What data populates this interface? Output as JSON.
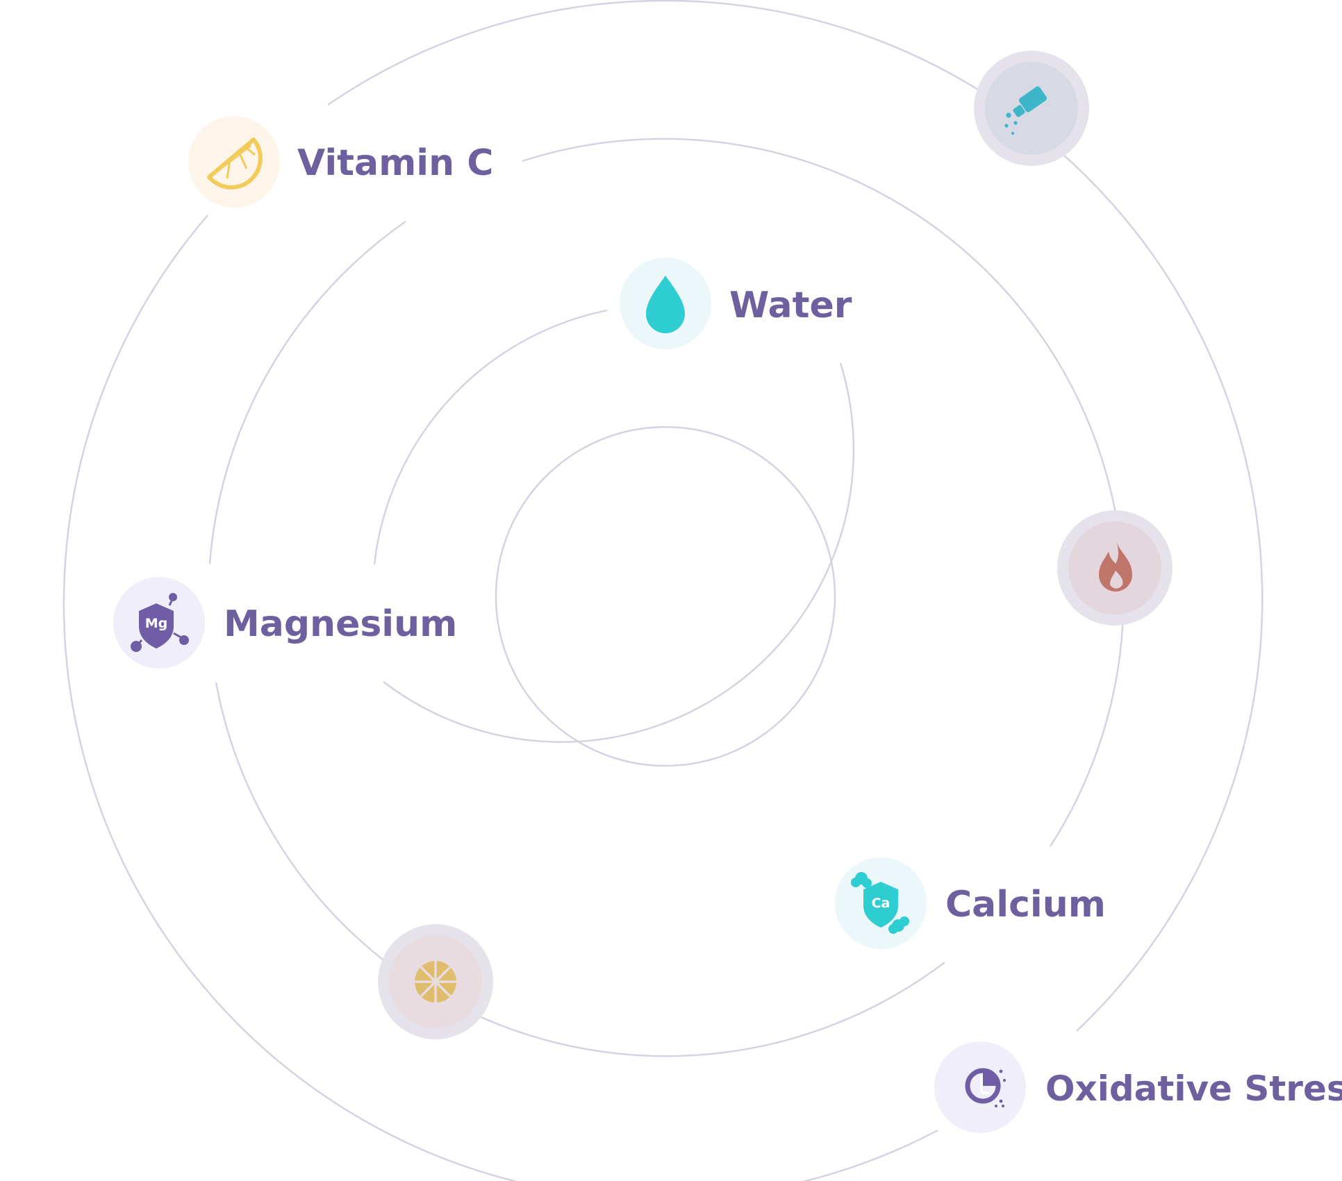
{
  "nutrients": {
    "vitamin_c": "Vitamin C",
    "water": "Water",
    "magnesium": "Magnesium",
    "calcium": "Calcium",
    "oxidative_stress": "Oxidative Stress"
  },
  "icons": {
    "calcium_symbol": "Ca",
    "magnesium_symbol": "Mg",
    "vitamin_c_icon": "lemon-slice-icon",
    "water_icon": "water-drop-icon",
    "magnesium_icon": "magnesium-shield-icon",
    "calcium_icon": "calcium-shield-icon",
    "oxidative_stress_icon": "oxidative-stress-icon",
    "salt_icon": "salt-shaker-icon",
    "fire_icon": "flame-icon",
    "citrus_icon": "citrus-slice-icon"
  },
  "colors": {
    "label_text": "#6e5f9f",
    "ring_stroke": "#d4d1e2",
    "teal": "#2ecdd2",
    "yellow": "#f2cb5a",
    "purple": "#6f5ea6",
    "flame": "#c0756a",
    "salt": "#3eb6c9",
    "citrus": "#e0bd6c"
  }
}
